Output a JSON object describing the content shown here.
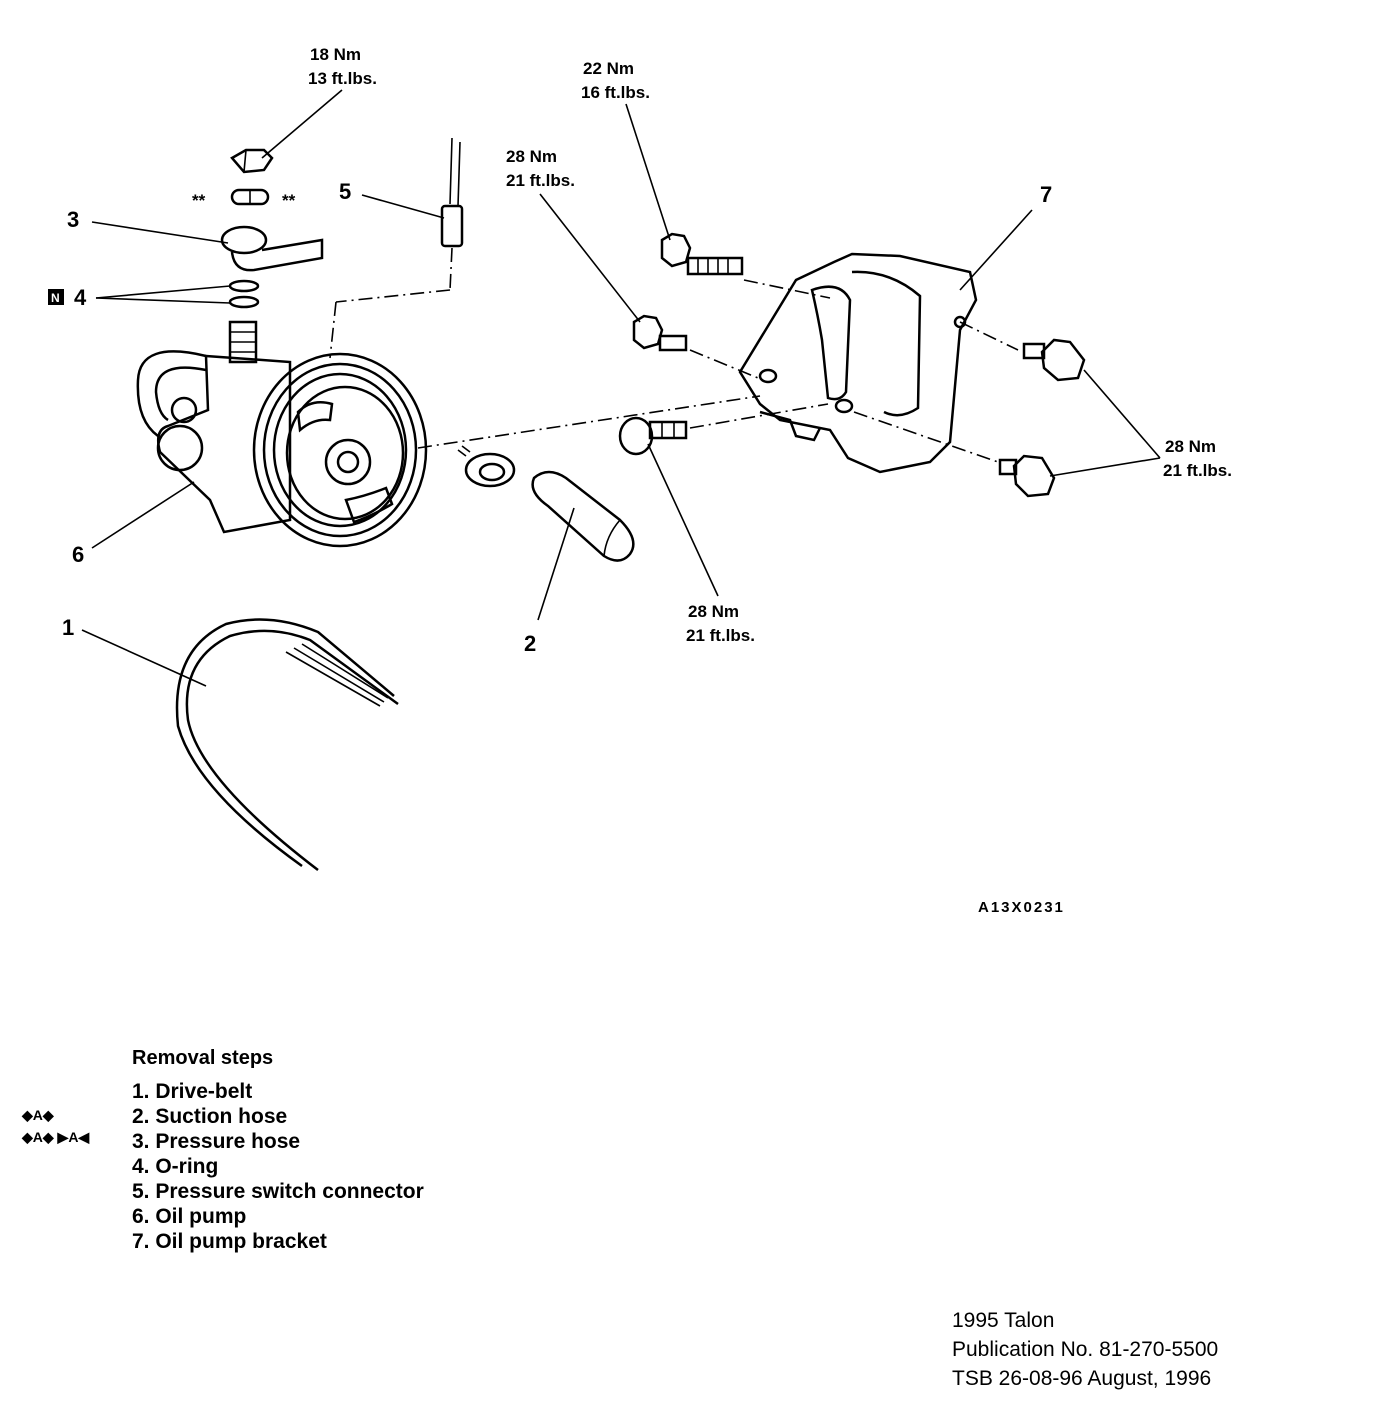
{
  "torque_labels": {
    "nut_nm": "18 Nm",
    "nut_ft": "13 ft.lbs.",
    "bolt_top_nm": "22 Nm",
    "bolt_top_ft": "16 ft.lbs.",
    "bolt_mid_nm": "28 Nm",
    "bolt_mid_ft": "21 ft.lbs.",
    "bolt_right_nm": "28 Nm",
    "bolt_right_ft": "21 ft.lbs.",
    "bolt_low_nm": "28 Nm",
    "bolt_low_ft": "21 ft.lbs."
  },
  "callouts": {
    "c1": "1",
    "c2": "2",
    "c3": "3",
    "c4": "4",
    "c5": "5",
    "c6": "6",
    "c7": "7",
    "stars_left": "**",
    "stars_right": "**",
    "n_box": "N"
  },
  "figure_id": "A13X0231",
  "removal": {
    "title": "Removal steps",
    "steps": [
      "1. Drive-belt",
      "2. Suction hose",
      "3. Pressure hose",
      "4. O-ring",
      "5. Pressure switch connector",
      "6. Oil pump",
      "7. Oil pump bracket"
    ],
    "mark_row1": "◆A◆",
    "mark_row2a": "◆A◆",
    "mark_row2b": "▶A◀"
  },
  "publication": {
    "line1": "1995 Talon",
    "line2": "Publication No. 81-270-5500",
    "line3": "TSB 26-08-96   August, 1996"
  }
}
